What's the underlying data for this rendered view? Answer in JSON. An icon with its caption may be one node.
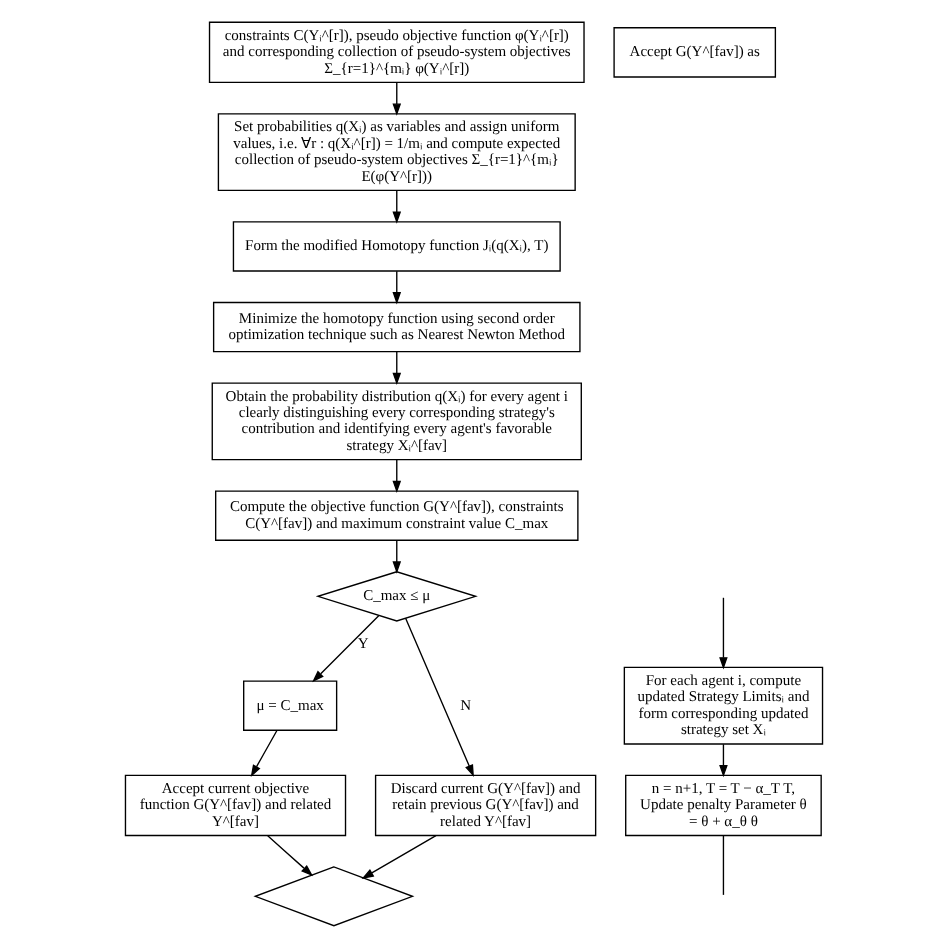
{
  "diagram": {
    "nodes": [
      {
        "text": [
          "constraints C(Yᵢ^[r]), pseudo objective function φ(Yᵢ^[r]) and corresponding collection of pseudo-system objectives Σ_{r=1}^{mᵢ} φ(Yᵢ^[r])"
        ]
      },
      {
        "text": [
          "Set probabilities q(Xᵢ) as variables and assign uniform values, i.e. ∀r : q(Xᵢ^[r]) = 1/mᵢ and compute expected collection of pseudo-system objectives Σ_{r=1}^{mᵢ} E(φ(Y^[r]))"
        ]
      },
      {
        "text": [
          "Form the modified Homotopy function Jᵢ(q(Xᵢ), T)"
        ]
      },
      {
        "text": [
          "Minimize the homotopy function using second order optimization technique such as Nearest Newton Method"
        ]
      },
      {
        "text": [
          "Obtain the probability distribution q(Xᵢ) for every agent i clearly distinguishing every corresponding strategy's contribution and identifying every agent's favorable strategy Xᵢ^[fav]"
        ]
      },
      {
        "text": [
          "Compute the objective function G(Y^[fav]), constraints C(Y^[fav]) and maximum constraint value C_max"
        ]
      },
      {
        "text": [
          "C_max ≤ μ"
        ]
      },
      {
        "text": [
          "μ = C_max"
        ]
      },
      {
        "text": [
          "Accept current objective function G(Y^[fav]) and related Y^[fav]"
        ]
      },
      {
        "text": [
          "Discard current G(Y^[fav]) and retain previous G(Y^[fav]) and related Y^[fav]"
        ]
      },
      {
        "text": [],
        "shape": "diamond"
      },
      {
        "text": [
          "Accept G(Y^[fav]) as"
        ]
      },
      {
        "text": [
          "For each agent i, compute updated Strategy Limitsᵢ and form corresponding updated strategy set Xᵢ"
        ]
      },
      {
        "text": [
          "n = n+1, T = T − α_T T, Update penalty Parameter θ = θ + α_θ θ"
        ]
      }
    ],
    "edges": [
      {
        "from": 0,
        "to": 1,
        "arrow": "to"
      },
      {
        "from": 1,
        "to": 2,
        "arrow": "to"
      },
      {
        "from": 2,
        "to": 3,
        "arrow": "to"
      },
      {
        "from": 3,
        "to": 4,
        "arrow": "to"
      },
      {
        "from": 4,
        "to": 5,
        "arrow": "to"
      },
      {
        "from": 5,
        "to": 6,
        "arrow": "to"
      },
      {
        "from": 6,
        "to": 7,
        "arrow": "to",
        "label": "Y"
      },
      {
        "from": 6,
        "to": 9,
        "arrow": "to",
        "label": "N"
      },
      {
        "from": 7,
        "to": 8,
        "arrow": "to"
      },
      {
        "from": 8,
        "to": 10,
        "arrow": "to"
      },
      {
        "from": 9,
        "to": 10,
        "arrow": "to"
      },
      {
        "from": 12,
        "to": 13,
        "arrow": "to"
      },
      {
        "from": 13,
        "to": null,
        "arrow": "none"
      },
      {
        "from": null,
        "to": 12,
        "arrow": "to"
      }
    ]
  }
}
